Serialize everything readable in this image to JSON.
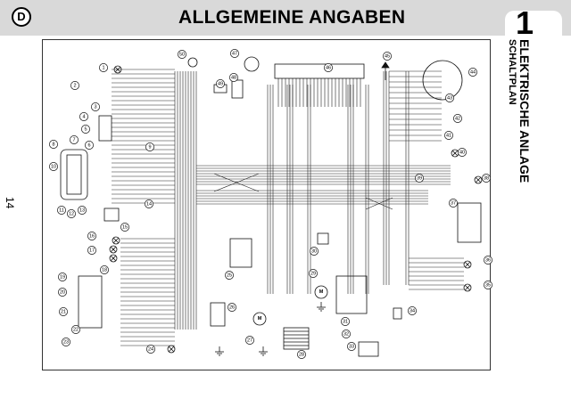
{
  "header": {
    "language_code": "D",
    "title": "ALLGEMEINE ANGABEN",
    "chapter_number": "1",
    "section_title": "ELEKTRISCHE ANLAGE",
    "section_subtitle": "SCHALTPLAN"
  },
  "page_number": "14",
  "colors": {
    "header_band": "#d9d9d9",
    "ink": "#000000",
    "wires": "#222222"
  },
  "components": [
    {
      "id": "1"
    },
    {
      "id": "2"
    },
    {
      "id": "3"
    },
    {
      "id": "4"
    },
    {
      "id": "5"
    },
    {
      "id": "6"
    },
    {
      "id": "7"
    },
    {
      "id": "8"
    },
    {
      "id": "9"
    },
    {
      "id": "10"
    },
    {
      "id": "11"
    },
    {
      "id": "12"
    },
    {
      "id": "13"
    },
    {
      "id": "14"
    },
    {
      "id": "15"
    },
    {
      "id": "16"
    },
    {
      "id": "17"
    },
    {
      "id": "18"
    },
    {
      "id": "19"
    },
    {
      "id": "20"
    },
    {
      "id": "21"
    },
    {
      "id": "22"
    },
    {
      "id": "23"
    },
    {
      "id": "24"
    },
    {
      "id": "25"
    },
    {
      "id": "26"
    },
    {
      "id": "27"
    },
    {
      "id": "28"
    },
    {
      "id": "29"
    },
    {
      "id": "30"
    },
    {
      "id": "31"
    },
    {
      "id": "32"
    },
    {
      "id": "33"
    },
    {
      "id": "34"
    },
    {
      "id": "35"
    },
    {
      "id": "36"
    },
    {
      "id": "37"
    },
    {
      "id": "38"
    },
    {
      "id": "39"
    },
    {
      "id": "40"
    },
    {
      "id": "41"
    },
    {
      "id": "42"
    },
    {
      "id": "43"
    },
    {
      "id": "44"
    },
    {
      "id": "45"
    },
    {
      "id": "46"
    },
    {
      "id": "47"
    },
    {
      "id": "48"
    },
    {
      "id": "49"
    },
    {
      "id": "50"
    }
  ],
  "motor_symbol": "M"
}
